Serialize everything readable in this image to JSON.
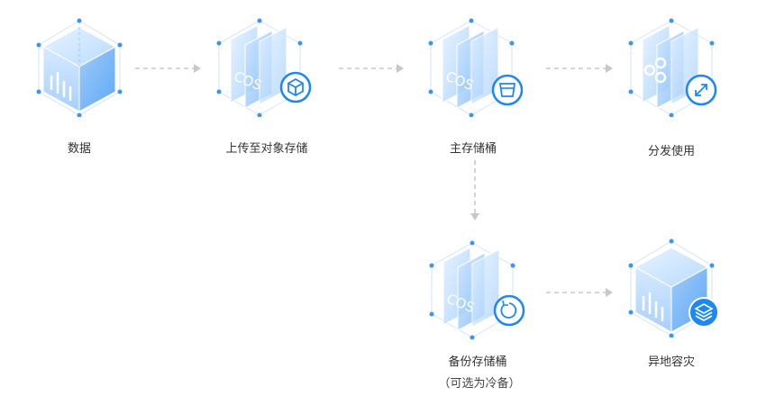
{
  "colors": {
    "accent": "#1e88f0",
    "accent_light": "#cfe5fd",
    "dash": "#c8c8c8",
    "text": "#333333"
  },
  "nodes": {
    "data": {
      "label": "数据",
      "icon": "cube-bar-chart-icon"
    },
    "upload": {
      "label": "上传至对象存储",
      "badge_icon": "cube-outline-icon",
      "panel_text": "COS"
    },
    "primary": {
      "label": "主存储桶",
      "badge_icon": "bucket-icon",
      "panel_text": "COS"
    },
    "distribute": {
      "label": "分发使用",
      "badge_icon": "share-arrow-icon"
    },
    "backup": {
      "label": "备份存储桶",
      "sublabel": "（可选为冷备）",
      "badge_icon": "refresh-icon",
      "panel_text": "COS"
    },
    "remote": {
      "label": "异地容灾",
      "badge_icon": "layers-icon"
    }
  }
}
